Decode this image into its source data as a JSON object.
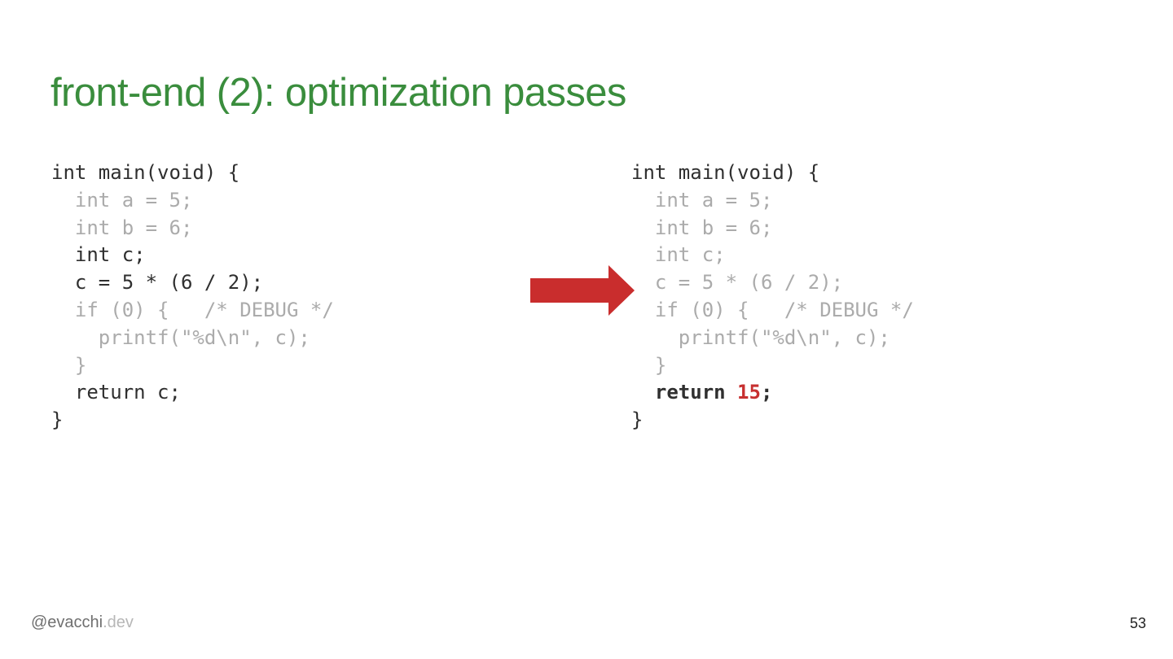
{
  "slide": {
    "title": "front-end (2): optimization passes",
    "left_code": [
      {
        "text": "int main(void) {",
        "style": "active"
      },
      {
        "text": "  int a = 5;",
        "style": "dim"
      },
      {
        "text": "  int b = 6;",
        "style": "dim"
      },
      {
        "text": "  int c;",
        "style": "active"
      },
      {
        "text": "  c = 5 * (6 / 2);",
        "style": "active"
      },
      {
        "text": "  if (0) {   /* DEBUG */",
        "style": "dim"
      },
      {
        "text": "    printf(\"%d\\n\", c);",
        "style": "dim"
      },
      {
        "text": "  }",
        "style": "dim"
      },
      {
        "text": "  return c;",
        "style": "active"
      },
      {
        "text": "}",
        "style": "active"
      }
    ],
    "right_code": [
      {
        "text": "int main(void) {",
        "style": "active"
      },
      {
        "text": "  int a = 5;",
        "style": "dim"
      },
      {
        "text": "  int b = 6;",
        "style": "dim"
      },
      {
        "text": "  int c;",
        "style": "dim"
      },
      {
        "text": "  c = 5 * (6 / 2);",
        "style": "dim"
      },
      {
        "text": "  if (0) {   /* DEBUG */",
        "style": "dim"
      },
      {
        "text": "    printf(\"%d\\n\", c);",
        "style": "dim"
      },
      {
        "text": "  }",
        "style": "dim"
      },
      {
        "text": "  return ",
        "style": "strong",
        "highlight": "15",
        "suffix": ";"
      },
      {
        "text": "}",
        "style": "active"
      }
    ],
    "arrow_icon": "arrow-right-icon",
    "arrow_color": "#c92d2d",
    "footer": {
      "handle_main": "@evacchi",
      "handle_suffix": ".dev",
      "page_number": "53"
    },
    "colors": {
      "title": "#3a8d3d",
      "code_active": "#2f2f2f",
      "code_dim": "#ababab",
      "highlight": "#c73030"
    }
  }
}
